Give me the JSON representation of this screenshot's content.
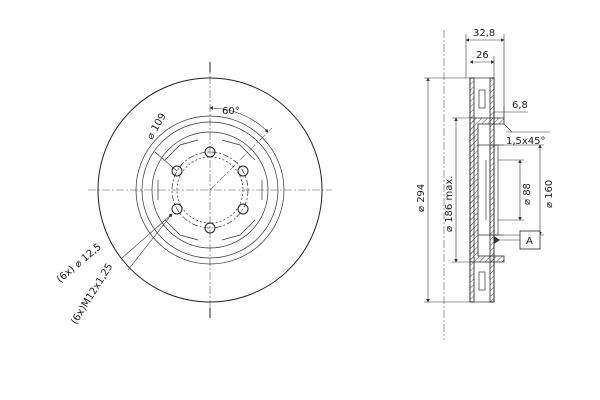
{
  "front_view": {
    "pcd_label": "⌀ 109",
    "angle_label": "60°",
    "hole_label": "(6x) ⌀ 12,5",
    "thread_label": "(6x)M12x1,25"
  },
  "side_view": {
    "width_total": "32,8",
    "width_inner": "26",
    "lip_label": "6,8",
    "chamfer_label": "1,5x45°",
    "outer_dia": "⌀ 294",
    "max_dia": "⌀ 186 max.",
    "bore_dia": "⌀ 88",
    "hub_dia": "⌀ 160",
    "datum": "A"
  }
}
